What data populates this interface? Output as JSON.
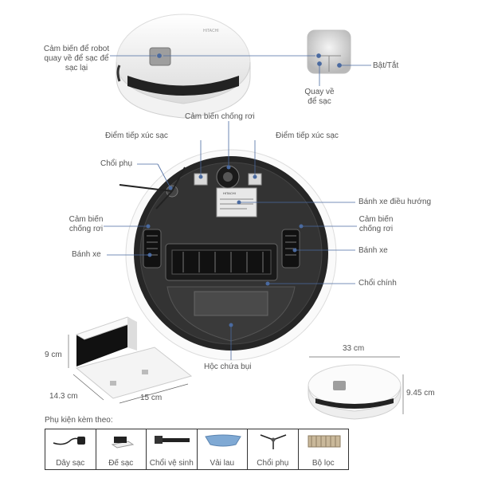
{
  "labels": {
    "dock_sensor": [
      "Cảm biến để robot",
      "quay về để sạc để",
      "sạc lại"
    ],
    "power": "Bật/Tắt",
    "return_charge": [
      "Quay về",
      "để sạc"
    ],
    "cliff_sensor_top": "Cảm biến chống rơi",
    "contact_left": "Điểm tiếp xúc sạc",
    "contact_right": "Điểm tiếp xúc sạc",
    "side_brush": "Chổi phụ",
    "steering_wheel": "Bánh xe điều hướng",
    "cliff_left": [
      "Cảm biến",
      "chống rơi"
    ],
    "cliff_right": [
      "Cảm biến",
      "chống rơi"
    ],
    "wheel_left": "Bánh xe",
    "wheel_right": "Bánh xe",
    "main_brush": "Chổi chính",
    "dustbin": "Hộc chứa bụi"
  },
  "brand": "HITACHI",
  "dimensions": {
    "dock_height": "9 cm",
    "dock_depth": "14.3 cm",
    "dock_width": "15 cm",
    "robot_diameter": "33 cm",
    "robot_height": "9.45 cm"
  },
  "accessories": {
    "title": "Phụ kiện kèm theo:",
    "items": [
      {
        "name": "Dây sạc",
        "icon": "charging-cable-icon"
      },
      {
        "name": "Đế sạc",
        "icon": "charging-dock-icon"
      },
      {
        "name": "Chổi vệ sinh",
        "icon": "cleaning-brush-icon"
      },
      {
        "name": "Vải lau",
        "icon": "mop-cloth-icon"
      },
      {
        "name": "Chổi phụ",
        "icon": "side-brush-icon"
      },
      {
        "name": "Bộ lọc",
        "icon": "filter-icon"
      }
    ]
  }
}
